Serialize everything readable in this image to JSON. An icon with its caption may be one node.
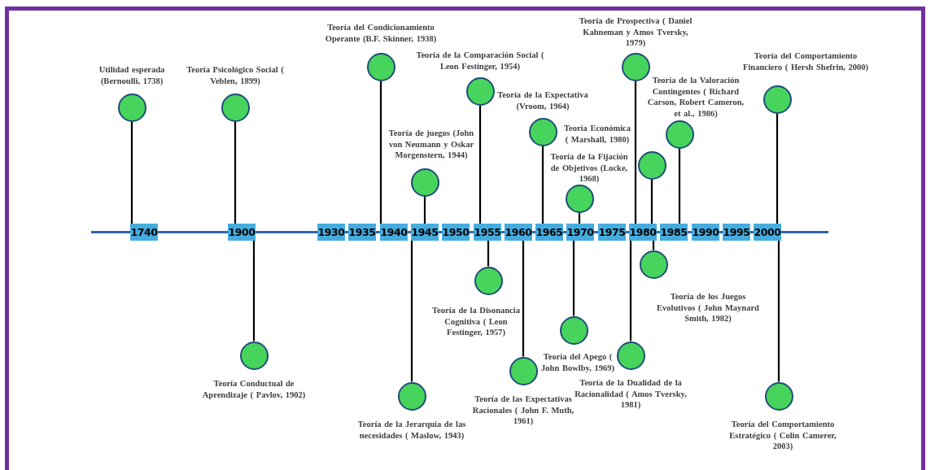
{
  "diagram": {
    "nodes": [
      {
        "text": [
          "1740"
        ]
      },
      {
        "text": [
          "1900"
        ]
      },
      {
        "text": [
          "1930"
        ]
      },
      {
        "text": [
          "1935"
        ]
      },
      {
        "text": [
          "1940"
        ]
      },
      {
        "text": [
          "1945"
        ]
      },
      {
        "text": [
          "1950"
        ]
      },
      {
        "text": [
          "1955"
        ]
      },
      {
        "text": [
          "1960"
        ]
      },
      {
        "text": [
          "1965"
        ]
      },
      {
        "text": [
          "1970"
        ]
      },
      {
        "text": [
          "1975"
        ]
      },
      {
        "text": [
          "1980"
        ]
      },
      {
        "text": [
          "1985"
        ]
      },
      {
        "text": [
          "1990"
        ]
      },
      {
        "text": [
          "1995"
        ]
      },
      {
        "text": [
          "2000"
        ]
      },
      {
        "text": [
          "Utilidad esperada (Bernoulli, 1738)"
        ]
      },
      {
        "text": [
          "Teoría Psicológico Social ( Veblen, 1899)"
        ]
      },
      {
        "text": [
          "Teoría del Condicionamiento Operante (B.F. Skinner, 1938)"
        ]
      },
      {
        "text": [
          "Teoría de juegos (John von Neumann y Oskar Morgenstern, 1944)"
        ]
      },
      {
        "text": [
          "Teoría de la Comparación Social ( Leon Festinger, 1954)"
        ]
      },
      {
        "text": [
          "Teoría de la Expectativa (Vroom, 1964)"
        ]
      },
      {
        "text": [
          "Teoría de la Fijación de Objetivos (Locke, 1968)"
        ]
      },
      {
        "text": [
          "Teoría de Prospectiva ( Daniel Kahneman y Amos Tversky, 1979)"
        ]
      },
      {
        "text": [
          "Teoría de la Valoración Contingentes ( Richard Carson, Robert Cameron, et al., 1986)"
        ]
      },
      {
        "text": [
          "Teoría Económica ( Marshall, 1980)"
        ]
      },
      {
        "text": [
          "Teoría del Comportamiento Financiero ( Hersh Shefrin, 2000)"
        ]
      },
      {
        "text": [
          "Teoría Conductual de Aprendizaje ( Pavlov, 1902)"
        ]
      },
      {
        "text": [
          "Teoría de la Jerarquía de las necesidades ( Maslow, 1943)"
        ]
      },
      {
        "text": [
          "Teoría de la Disonancia Cognitiva ( Leon Festinger, 1957)"
        ]
      },
      {
        "text": [
          "Teoría de las Expectativas Racionales ( John F. Muth, 1961)"
        ]
      },
      {
        "text": [
          "Teoría del Apego ( John Bowlby, 1969)"
        ]
      },
      {
        "text": [
          "Teoría de los Juegos Evolutivos ( John Maynard Smith, 1982)"
        ]
      },
      {
        "text": [
          "Teoría de la Dualidad de la Racionalidad ( Amos Tversky, 1981)"
        ]
      },
      {
        "text": [
          "Teoría del Comportamiento Estratégico ( Colin Camerer, 2003)"
        ]
      }
    ],
    "edges": [
      {
        "from": 17,
        "to": 0,
        "arrow": "none"
      },
      {
        "from": 18,
        "to": 1,
        "arrow": "none"
      },
      {
        "from": 19,
        "to": 4,
        "arrow": "none"
      },
      {
        "from": 20,
        "to": 5,
        "arrow": "none"
      },
      {
        "from": 21,
        "to": 7,
        "arrow": "none"
      },
      {
        "from": 22,
        "to": 9,
        "arrow": "none"
      },
      {
        "from": 23,
        "to": 10,
        "arrow": "none"
      },
      {
        "from": 24,
        "to": 12,
        "arrow": "none"
      },
      {
        "from": 25,
        "to": 13,
        "arrow": "none"
      },
      {
        "from": 26,
        "to": 12,
        "arrow": "none"
      },
      {
        "from": 27,
        "to": 16,
        "arrow": "none"
      },
      {
        "from": 28,
        "to": 1,
        "arrow": "none"
      },
      {
        "from": 29,
        "to": 5,
        "arrow": "none"
      },
      {
        "from": 30,
        "to": 7,
        "arrow": "none"
      },
      {
        "from": 31,
        "to": 8,
        "arrow": "none"
      },
      {
        "from": 32,
        "to": 10,
        "arrow": "none"
      },
      {
        "from": 33,
        "to": 12,
        "arrow": "none"
      },
      {
        "from": 34,
        "to": 12,
        "arrow": "none"
      },
      {
        "from": 35,
        "to": 16,
        "arrow": "none"
      }
    ]
  }
}
